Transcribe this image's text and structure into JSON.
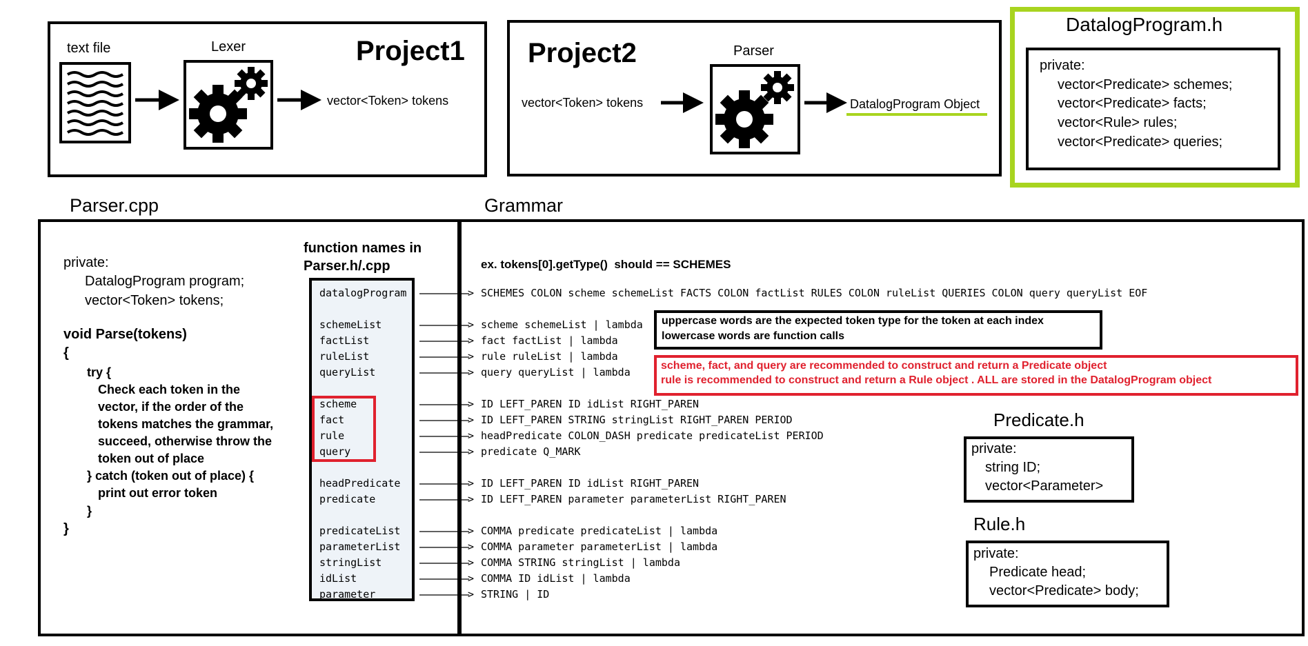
{
  "project1": {
    "title": "Project1",
    "text_file_label": "text file",
    "lexer_label": "Lexer",
    "output": "vector<Token> tokens"
  },
  "project2": {
    "title": "Project2",
    "input": "vector<Token> tokens",
    "parser_label": "Parser",
    "output": "DatalogProgram Object"
  },
  "datalog_program_h": {
    "title": "DatalogProgram.h",
    "lines": [
      "private:",
      "vector<Predicate> schemes;",
      "vector<Predicate> facts;",
      "vector<Rule> rules;",
      "vector<Predicate> queries;"
    ]
  },
  "parser_cpp": {
    "title": "Parser.cpp",
    "private_label": "private:",
    "members": [
      "DatalogProgram program;",
      "vector<Token> tokens;"
    ],
    "signature": "void Parse(tokens)",
    "open_brace": "{",
    "try_line": "try {",
    "body_lines": [
      "Check each token in the",
      "vector, if the order of the",
      "tokens matches the grammar,",
      "succeed, otherwise throw the",
      "token out of place"
    ],
    "catch_line": "} catch (token out of place) {",
    "catch_body": "print out error token",
    "inner_close": "}",
    "close_brace": "}"
  },
  "grammar": {
    "title": "Grammar",
    "function_names_title": [
      "function names in",
      "Parser.h/.cpp"
    ],
    "example": "ex. tokens[0].getType()  should == SCHEMES",
    "rules": [
      {
        "name": "datalogProgram",
        "arrow": "> ",
        "production": "SCHEMES COLON scheme schemeList FACTS COLON factList RULES COLON ruleList QUERIES COLON query queryList EOF"
      },
      {
        "name": "schemeList",
        "arrow": "> ",
        "production": "scheme schemeList | lambda"
      },
      {
        "name": "factList",
        "arrow": "> ",
        "production": "fact factList | lambda"
      },
      {
        "name": "ruleList",
        "arrow": "> ",
        "production": "rule ruleList | lambda"
      },
      {
        "name": "queryList",
        "arrow": "> ",
        "production": "query queryList | lambda"
      },
      {
        "name": "scheme",
        "arrow": "> ",
        "production": "ID LEFT_PAREN ID idList RIGHT_PAREN"
      },
      {
        "name": "fact",
        "arrow": "> ",
        "production": "ID LEFT_PAREN STRING stringList RIGHT_PAREN PERIOD"
      },
      {
        "name": "rule",
        "arrow": "> ",
        "production": "headPredicate COLON_DASH predicate predicateList PERIOD"
      },
      {
        "name": "query",
        "arrow": "> ",
        "production": "predicate Q_MARK"
      },
      {
        "name": "headPredicate",
        "arrow": "> ",
        "production": "ID LEFT_PAREN ID idList RIGHT_PAREN"
      },
      {
        "name": "predicate",
        "arrow": "> ",
        "production": "ID LEFT_PAREN parameter parameterList RIGHT_PAREN"
      },
      {
        "name": "predicateList",
        "arrow": "> ",
        "production": "COMMA predicate predicateList | lambda"
      },
      {
        "name": "parameterList",
        "arrow": "> ",
        "production": "COMMA parameter parameterList | lambda"
      },
      {
        "name": "stringList",
        "arrow": "> ",
        "production": "COMMA STRING stringList | lambda"
      },
      {
        "name": "idList",
        "arrow": "> ",
        "production": "COMMA ID idList | lambda"
      },
      {
        "name": "parameter",
        "arrow": "> ",
        "production": "STRING | ID"
      }
    ],
    "note_black": [
      "uppercase words are the expected token type for the token at each index",
      "lowercase words are function calls"
    ],
    "note_red": [
      "scheme, fact, and query are recommended to construct and return a Predicate object",
      "rule is recommended to construct and return a Rule object . ALL are stored in the DatalogProgram object"
    ]
  },
  "predicate_h": {
    "title": "Predicate.h",
    "lines": [
      "private:",
      "string ID;",
      "vector<Parameter>"
    ]
  },
  "rule_h": {
    "title": "Rule.h",
    "lines": [
      "private:",
      "Predicate head;",
      "vector<Predicate> body;"
    ]
  },
  "colors": {
    "black": "#000000",
    "highlight_green": "#a8d41f",
    "red": "#e0212e",
    "function_box_bg": "#eef3f8"
  }
}
